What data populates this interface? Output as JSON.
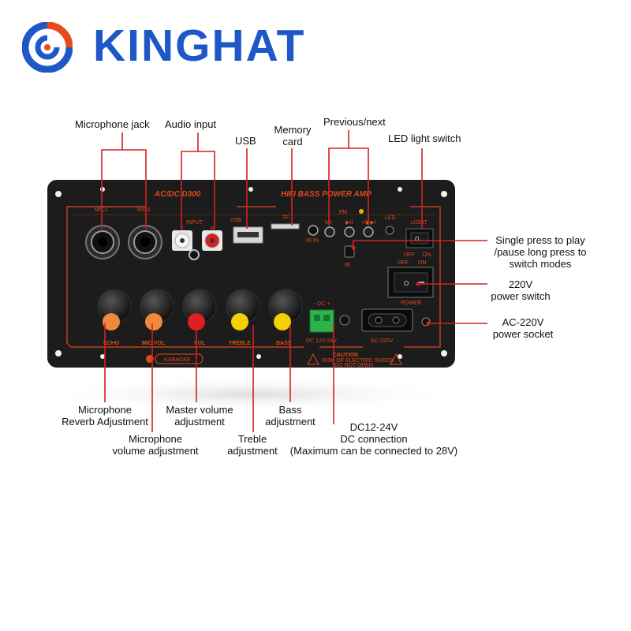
{
  "brand": {
    "name": "KINGHAT"
  },
  "panel": {
    "model": "AC/DC D300",
    "title": "HIFI BASS POWER AMP",
    "jacks": {
      "mic1": "MIC1",
      "mic2": "MIC2",
      "input": "INPUT",
      "l": "L",
      "r": "R",
      "usb": "USB",
      "tf": "TF",
      "ir_in": "IR IN",
      "fm": "FM",
      "led": "LED",
      "light": "LIGHT",
      "ir": "IR",
      "off": "OFF",
      "on": "ON",
      "power": "POWER",
      "dc_top": "- DC +",
      "dc_rating": "DC 12V-24V",
      "ac": "AC-220V"
    },
    "knobs": [
      "ECHO",
      "MIC VOL",
      "VOL",
      "TREBLE",
      "BASS"
    ],
    "caution": {
      "title": "CAUTION",
      "line1": "RISK OF ELECTRIC SHOCK",
      "line2": "DO NOT OPEN"
    },
    "karaoke": "KARAOKE",
    "buttons": [
      "M/-",
      "▶II",
      "+/▶▶I"
    ]
  },
  "callouts": {
    "mic_jack": "Microphone jack",
    "audio_input": "Audio input",
    "usb": "USB",
    "memory_card_1": "Memory",
    "memory_card_2": "card",
    "prev_next": "Previous/next",
    "led_switch": "LED light switch",
    "single_press_1": "Single press to play",
    "single_press_2": "/pause long press to",
    "single_press_3": "switch modes",
    "power_switch_1": "220V",
    "power_switch_2": "power switch",
    "ac_socket_1": "AC-220V",
    "ac_socket_2": "power socket",
    "mic_reverb_1": "Microphone",
    "mic_reverb_2": "Reverb Adjustment",
    "mic_vol_1": "Microphone",
    "mic_vol_2": "volume adjustment",
    "master_vol_1": "Master volume",
    "master_vol_2": "adjustment",
    "treble_1": "Treble",
    "treble_2": "adjustment",
    "bass_1": "Bass",
    "bass_2": "adjustment",
    "dc_1": "DC12-24V",
    "dc_2": "DC connection",
    "dc_3": "(Maximum can be connected to 28V)"
  },
  "colors": {
    "brand_blue": "#1f57c9",
    "callout_red": "#d42020",
    "panel_black": "#1c1c1c",
    "panel_print": "#e04a1c"
  }
}
